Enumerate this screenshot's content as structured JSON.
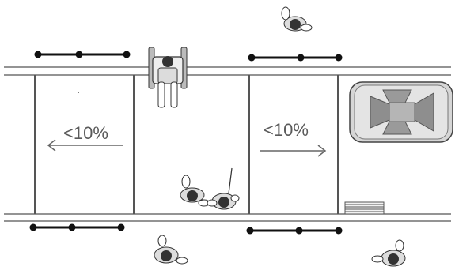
{
  "annotations": {
    "left_ramp_slope": "<10%",
    "right_ramp_slope": "<10%"
  },
  "ramps": [
    {
      "id": "left",
      "arrow_direction": "left"
    },
    {
      "id": "right",
      "arrow_direction": "right"
    }
  ],
  "figures": [
    {
      "type": "pedestrian",
      "location": "top-right-outside"
    },
    {
      "type": "wheelchair-user",
      "location": "top-crossing"
    },
    {
      "type": "pedestrian",
      "location": "crosswalk-center"
    },
    {
      "type": "blind-pedestrian-with-cane",
      "location": "crosswalk-center"
    },
    {
      "type": "pedestrian",
      "location": "bottom-left-outside"
    },
    {
      "type": "pedestrian",
      "location": "bottom-right-outside"
    }
  ],
  "vehicles": [
    {
      "type": "car",
      "location": "right-lane"
    }
  ],
  "bollard_rows": [
    {
      "location": "top-left",
      "posts": 3
    },
    {
      "location": "top-right",
      "posts": 3
    },
    {
      "location": "bottom-left",
      "posts": 3
    },
    {
      "location": "bottom-right",
      "posts": 3
    }
  ],
  "features": [
    "drain-grate"
  ],
  "colors": {
    "line": "#4a4a4a",
    "bollard": "#111111",
    "figure": "#3a3a3a",
    "car_body": "#d9d9d9",
    "text": "#5a5a5a"
  }
}
